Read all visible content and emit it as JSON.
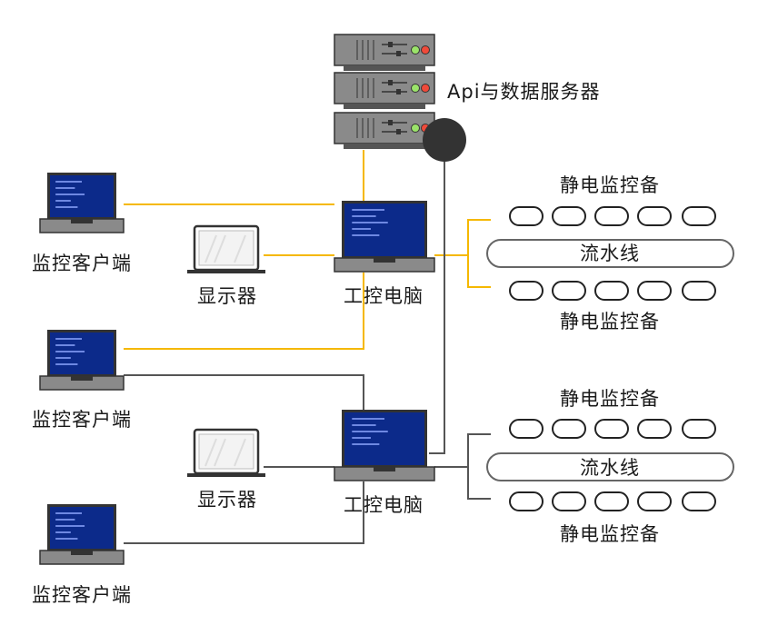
{
  "server": {
    "label": "Api与数据服务器"
  },
  "clients": [
    {
      "label": "监控客户端"
    },
    {
      "label": "监控客户端"
    },
    {
      "label": "监控客户端"
    }
  ],
  "monitors": [
    {
      "label": "显示器"
    },
    {
      "label": "显示器"
    }
  ],
  "ipcs": [
    {
      "label": "工控电脑"
    },
    {
      "label": "工控电脑"
    }
  ],
  "lines": [
    {
      "top_label": "静电监控备",
      "pipeline_label": "流水线",
      "bottom_label": "静电监控备",
      "devices_per_row": 5
    },
    {
      "top_label": "静电监控备",
      "pipeline_label": "流水线",
      "bottom_label": "静电监控备",
      "devices_per_row": 5
    }
  ],
  "colors": {
    "yellow_link": "#f5b800",
    "gray_link": "#555555",
    "screen_blue": "#0c2a8a",
    "device_outline": "#222222",
    "server_body": "#8a8a8a"
  }
}
